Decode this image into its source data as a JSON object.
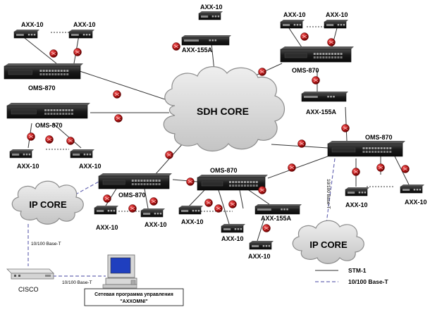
{
  "labels": {
    "sdh_core": "SDH CORE",
    "ip_core_left": "IP CORE",
    "ip_core_right": "IP CORE",
    "oms_870": "OMS-870",
    "axx_10": "AXX-10",
    "axx_155a": "AXX-155A",
    "base_t_vertical": "10/100 Base-T",
    "base_t_left": "10/100 Base-T",
    "base_t_bottom": "10/100 Base-T",
    "cisco": "CISCO",
    "nms_line1": "Сетевая программа управления",
    "nms_line2": "\"AXXOMNI\"",
    "legend_stm1": "STM-1",
    "legend_base_t": "10/100 Base-T"
  },
  "colors": {
    "device_body": "#1a1a1a",
    "device_front": "#3a3a3a",
    "cloud_fill": "#d9d9d9",
    "cloud_stroke": "#8c8c8c",
    "stm_line": "#333333",
    "ethernet_line": "#6b6bb5",
    "node_red": "#a01010",
    "monitor_screen": "#1f3fbf"
  }
}
